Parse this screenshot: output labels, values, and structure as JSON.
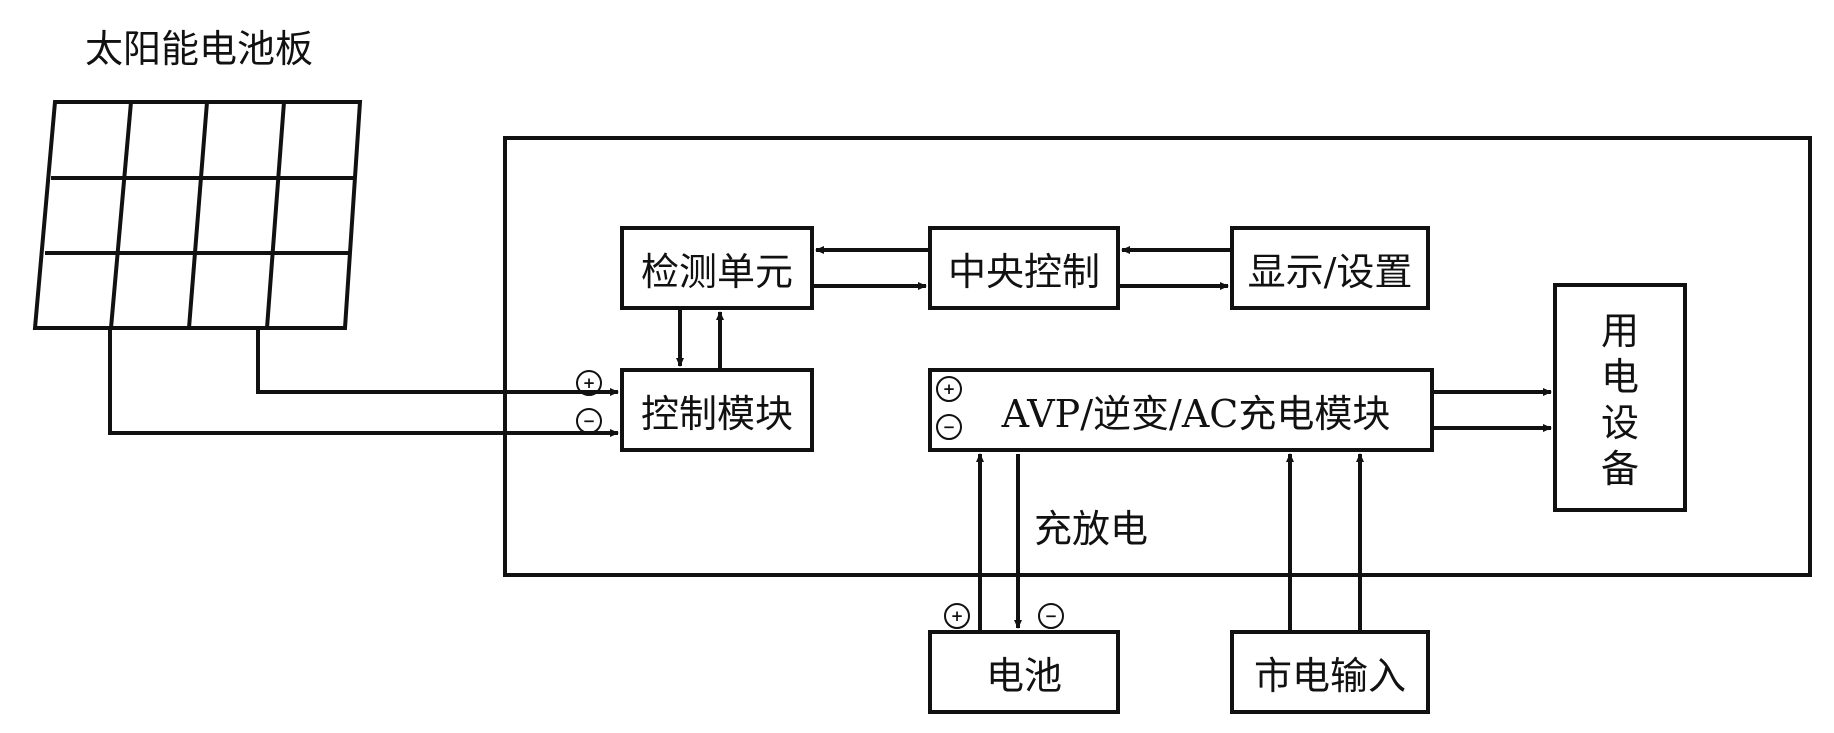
{
  "title": "太阳能电池板",
  "blocks": {
    "detect": "检测单元",
    "center": "中央控制",
    "display": "显示/设置",
    "control": "控制模块",
    "avp": "AVP/逆变/AC充电模块",
    "device_chars": [
      "用",
      "电",
      "设",
      "备"
    ],
    "battery": "电池",
    "mains": "市电输入"
  },
  "labels": {
    "charge_discharge": "充放电"
  },
  "polarity": {
    "positive": "+",
    "negative": "−"
  }
}
